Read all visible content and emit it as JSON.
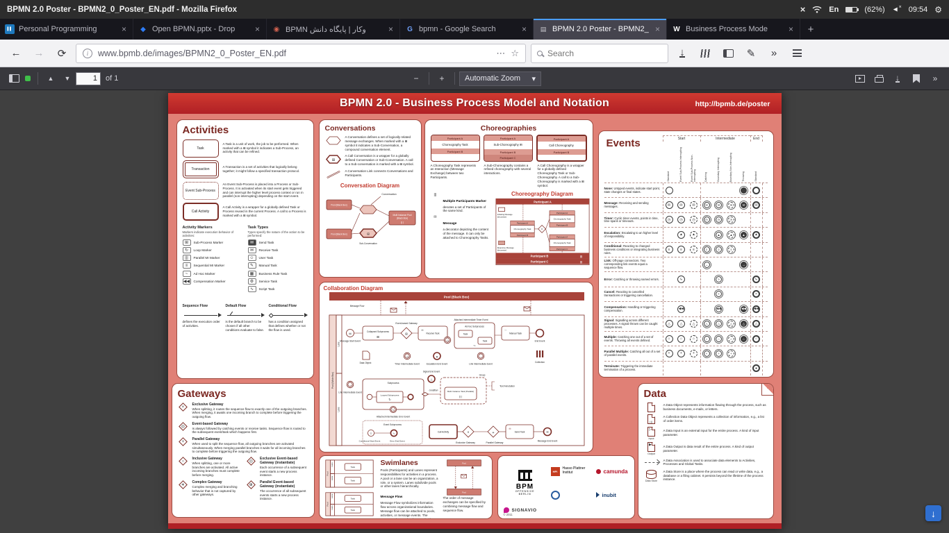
{
  "icons": {
    "back": "←",
    "forward": "→",
    "reload": "⟳",
    "more": "⋯",
    "star": "☆",
    "edit": "✎",
    "overflow": "»",
    "up": "▲",
    "down": "▼",
    "minus": "−",
    "plus": "+",
    "caret": "▾",
    "close_x": "×",
    "info": "i",
    "arrow_down": "↓",
    "gear": "⚙",
    "mute_x": "×",
    "speaker": "◄",
    "x_indicator": "×"
  },
  "system_bar": {
    "title": "BPMN 2.0 Poster - BPMN2_0_Poster_EN.pdf - Mozilla Firefox",
    "keyboard": "En",
    "battery": "(62%)",
    "time": "09:54"
  },
  "tab_bar": {
    "close": "×",
    "new_tab": "+",
    "tabs": [
      {
        "label": "Personal Programming",
        "favicon": "trello-icon",
        "fav_glyph": "▌▌",
        "fav_color": "#ffffff",
        "fav_bg": "#1e79be",
        "fav_fs": 5
      },
      {
        "label": "Open BPMN.pptx - Drop",
        "favicon": "dropbox-icon",
        "fav_glyph": "◆",
        "fav_color": "#2e7cf6",
        "fav_fs": 10
      },
      {
        "label": "BPMN وکار | پایگاه دانش",
        "favicon": "site-icon",
        "fav_glyph": "◉",
        "fav_color": "#d0614f",
        "fav_fs": 10
      },
      {
        "label": "bpmn - Google Search",
        "favicon": "google-icon",
        "fav_glyph": "G",
        "fav_color": "#6f9ff8",
        "fav_fs": 10
      },
      {
        "label": "BPMN 2.0 Poster - BPMN2_",
        "favicon": "pdf-icon",
        "fav_glyph": "▤",
        "fav_color": "#c6c6cc",
        "fav_fs": 9,
        "active": true
      },
      {
        "label": "Business Process Mode",
        "favicon": "wikipedia-icon",
        "fav_glyph": "W",
        "fav_color": "#ffffff",
        "fav_fs": 10
      }
    ]
  },
  "nav_bar": {
    "url": "www.bpmb.de/images/BPMN2_0_Poster_EN.pdf",
    "search_placeholder": "Search"
  },
  "pdf_toolbar": {
    "page_value": "1",
    "page_count": "of 1",
    "zoom_label": "Automatic Zoom"
  },
  "poster": {
    "header": {
      "title": "BPMN 2.0 - Business Process Model and Notation",
      "url": "http://bpmb.de/poster"
    },
    "activities": {
      "title": "Activities",
      "shapes": [
        {
          "label": "Task",
          "desc": "A Task is a unit of work, the job to be performed. When marked with a ⊞ symbol it indicates a Sub-Process, an activity that can be refined."
        },
        {
          "label": "Transaction",
          "desc": "A Transaction is a set of activities that logically belong together; it might follow a specified transaction protocol."
        },
        {
          "label": "Event Sub-Process",
          "desc": "An Event Sub-Process is placed into a Process or Sub-Process. It is activated when its start event gets triggered and can interrupt the higher level process context or run in parallel (non-interrupting) depending on the start event."
        },
        {
          "label": "Call Activity",
          "desc": "A Call Activity is a wrapper for a globally defined Task or Process reused in the current Process. A call to a Process is marked with a ⊞ symbol."
        }
      ],
      "markers_title": "Activity Markers",
      "markers_sub": "Markers indicate execution behavior of activities:",
      "markers": [
        {
          "label": "Sub-Process Marker",
          "glyph": "⊞"
        },
        {
          "label": "Loop Marker",
          "glyph": "↻"
        },
        {
          "label": "Parallel MI Marker",
          "glyph": "|||"
        },
        {
          "label": "Sequential MI Marker",
          "glyph": "≡"
        },
        {
          "label": "Ad Hoc Marker",
          "glyph": "~"
        },
        {
          "label": "Compensation Marker",
          "glyph": "◀◀"
        }
      ],
      "types_title": "Task Types",
      "types_sub": "Types specify the nature of the action to be performed:",
      "types": [
        {
          "label": "Send Task",
          "glyph": "✉",
          "inv": true
        },
        {
          "label": "Receive Task",
          "glyph": "✉"
        },
        {
          "label": "User Task",
          "glyph": "☺"
        },
        {
          "label": "Manual Task",
          "glyph": "✎"
        },
        {
          "label": "Business Rule Task",
          "glyph": "▦"
        },
        {
          "label": "Service Task",
          "glyph": "⚙"
        },
        {
          "label": "Script Task",
          "glyph": "∿"
        }
      ],
      "flows": [
        {
          "name": "Sequence Flow",
          "desc": "defines the execution order of activities."
        },
        {
          "name": "Default Flow",
          "desc": "is the default branch to be chosen if all other conditions evaluate to false."
        },
        {
          "name": "Conditional Flow",
          "desc": "has a condition assigned that defines whether or not the flow is used."
        }
      ]
    },
    "conversations": {
      "title": "Conversations",
      "items": [
        {
          "desc": "A Conversation defines a set of logically related message exchanges. When marked with a ⊞ symbol it indicates a Sub-Conversation, a compound conversation element."
        },
        {
          "desc": "A Call Conversation is a wrapper for a globally defined Conversation or Sub-Conversation. A call to a Sub-conversation is marked with a ⊞ symbol."
        },
        {
          "desc": "A Conversation Link connects Conversations and Participants."
        }
      ],
      "diagram_title": "Conversation Diagram",
      "dg": {
        "conversation": "Conversation",
        "pool": "Pool (Black Box)",
        "mi1": "Multi Instance Pool",
        "mi2": "(Black Box)",
        "sub": "Sub-Conversation"
      }
    },
    "choreographies": {
      "title": "Choreographies",
      "shapes": [
        {
          "top": "Participant A",
          "mid": "Choreography Task",
          "bottom": "Participant B"
        },
        {
          "top": "Participant A",
          "mid": "Sub-Choreography ⊞",
          "bottom": "Participant B",
          "bottom2": "Participant C"
        },
        {
          "top": "Participant A",
          "mid": "Call Choreography",
          "bottom": "Participant B"
        }
      ],
      "descs": [
        "A Choreography Task represents an Interaction (Message Exchange) between two Participants.",
        "A Sub-Choreography contains a refined choreography with several interactions.",
        "A Call Choreography is a wrapper for a globally defined Choreography Task or Sub-Choreography. A call to a Sub-Choreography is marked with a ⊞ symbol."
      ],
      "marker_title": "Multiple Participants Marker",
      "marker_desc": "denotes a set of Participants of the same kind.",
      "marker_glyph": "|||",
      "message_title": "Message",
      "message_desc": "a decorator depicting the content of the message. It can only be attached to Choreography Tasks.",
      "message_glyph": "✉",
      "diagram_title": "Choreography Diagram",
      "dg": {
        "pa": "Participant A",
        "pb": "Participant B",
        "pc": "Participant C",
        "task": "Choreography Task",
        "init1": "Initiating Message",
        "init2": "(decorator)",
        "resp1": "Response Message",
        "resp2": "(decorator)",
        "mi": "|||"
      }
    },
    "events": {
      "title": "Events",
      "groups": [
        "Start",
        "Intermediate",
        "End"
      ],
      "columns": [
        "Standard",
        "Event Sub-Process Interrupting",
        "Event Sub-Process Non-Interrupting",
        "Catching",
        "Boundary Interrupting",
        "Boundary Non-Interrupting",
        "Throwing",
        "Standard"
      ],
      "rows": [
        {
          "name": "None:",
          "desc": "Untyped events, indicate start point, state changes or final states.",
          "icon": "",
          "cells": [
            "s",
            "",
            "",
            "",
            "",
            "",
            "t",
            "e"
          ]
        },
        {
          "name": "Message:",
          "desc": "Receiving and sending messages.",
          "icon": "✉",
          "cells": [
            "s",
            "i",
            "n",
            "c",
            "b",
            "d",
            "t",
            "e"
          ]
        },
        {
          "name": "Timer:",
          "desc": "Cyclic timer events, points in time, time spans or timeouts.",
          "icon": "◷",
          "cells": [
            "s",
            "i",
            "n",
            "c",
            "b",
            "d",
            "",
            ""
          ]
        },
        {
          "name": "Escalation:",
          "desc": "Escalating to an higher level of responsibility.",
          "icon": "▲",
          "cells": [
            "",
            "i",
            "n",
            "",
            "b",
            "d",
            "t",
            "e"
          ]
        },
        {
          "name": "Conditional:",
          "desc": "Reacting to changed business conditions or integrating business rules.",
          "icon": "≡",
          "cells": [
            "s",
            "i",
            "n",
            "c",
            "b",
            "d",
            "",
            ""
          ]
        },
        {
          "name": "Link:",
          "desc": "Off-page connectors. Two corresponding link events equal a sequence flow.",
          "icon": "→",
          "cells": [
            "",
            "",
            "",
            "c",
            "",
            "",
            "t",
            ""
          ]
        },
        {
          "name": "Error:",
          "desc": "Catching or throwing named errors.",
          "icon": "ϟ",
          "cells": [
            "",
            "i",
            "",
            "",
            "b",
            "",
            "",
            "e"
          ]
        },
        {
          "name": "Cancel:",
          "desc": "Reacting to cancelled transactions or triggering cancellation.",
          "icon": "×",
          "cells": [
            "",
            "",
            "",
            "",
            "b",
            "",
            "",
            "e"
          ]
        },
        {
          "name": "Compensation:",
          "desc": "Handling or triggering compensation.",
          "icon": "◀◀",
          "cells": [
            "",
            "i",
            "",
            "",
            "b",
            "",
            "t",
            "e"
          ]
        },
        {
          "name": "Signal:",
          "desc": "Signalling across different processes. A signal thrown can be caught multiple times.",
          "icon": "△",
          "cells": [
            "s",
            "i",
            "n",
            "c",
            "b",
            "d",
            "t",
            "e"
          ]
        },
        {
          "name": "Multiple:",
          "desc": "Catching one out of a set of events. Throwing all events defined.",
          "icon": "⌂",
          "cells": [
            "s",
            "i",
            "n",
            "c",
            "b",
            "d",
            "t",
            "e"
          ]
        },
        {
          "name": "Parallel Multiple:",
          "desc": "Catching all out of a set of parallel events.",
          "icon": "+",
          "cells": [
            "s",
            "i",
            "n",
            "c",
            "b",
            "d",
            "",
            ""
          ]
        },
        {
          "name": "Terminate:",
          "desc": "Triggering the immediate termination of a process.",
          "icon": "●",
          "cells": [
            "",
            "",
            "",
            "",
            "",
            "",
            "",
            "e"
          ]
        }
      ]
    },
    "collaboration": {
      "title": "Collaboration Diagram",
      "labels": {
        "pool_black": "Pool (Black Box)",
        "message_flow": "Message Flow",
        "pool_white": "Pool (White Box)",
        "lane": "Lane",
        "message_start": "Message Start Event",
        "collapsed_sub": "Collapsed Subprocess",
        "event_gateway": "Event-based Gateway",
        "receive_task": "Receive Task",
        "adhoc_sub": "Ad-hoc Subprocess",
        "task": "Task",
        "manual_task": "Manual Task",
        "attached_timer": "Attached Intermediate Timer Event",
        "end_event": "End Event",
        "data_object": "Data Object",
        "timer_int": "Timer Intermediate Event",
        "escalation_end": "Escalation End Event",
        "link_int": "Link Intermediate Event",
        "collection": "Collection",
        "subprocess": "Subprocess",
        "looped_sub": "Looped Subprocess",
        "attached_error": "Attached Intermediate Error Event",
        "signal_end": "Signal End Event",
        "condition": "condition",
        "group": "Group",
        "text_annotation": "Text Annotation",
        "multi_instance": "Multi Instance Task (Parallel)",
        "event_subprocess": "Event Subprocess",
        "conditional_start": "Conditional Start Event",
        "error_end": "Error End Event",
        "call_activity": "Call Activity",
        "exclusive_gw": "Exclusive Gateway",
        "parallel_gw": "Parallel Gateway",
        "send_task": "Send Task",
        "message_end": "Message End Event"
      }
    },
    "gateways": {
      "title": "Gateways",
      "items": [
        {
          "name": "Exclusive Gateway",
          "glyph": "×",
          "desc": "When splitting, it routes the sequence flow to exactly one of the outgoing branches. When merging, it awaits one incoming branch to complete before triggering the outgoing flow."
        },
        {
          "name": "Event-based Gateway",
          "glyph": "◎",
          "desc": "Is always followed by catching events or receive tasks. Sequence flow is routed to the subsequent event/task which happens first."
        },
        {
          "name": "Parallel Gateway",
          "glyph": "+",
          "desc": "When used to split the sequence flow, all outgoing branches are activated simultaneously. When merging parallel branches it waits for all incoming branches to complete before triggering the outgoing flow."
        },
        {
          "name": "Inclusive Gateway",
          "glyph": "○",
          "desc": "When splitting, one or more branches are activated. All active incoming branches must complete before merging."
        },
        {
          "name": "Complex Gateway",
          "glyph": "∗",
          "desc": "Complex merging and branching behavior that is not captured by other gateways."
        },
        {
          "name": "Exclusive Event-based Gateway (instantiate)",
          "glyph": "◎",
          "desc": "Each occurrence of a subsequent event starts a new process instance."
        },
        {
          "name": "Parallel Event-based Gateway (instantiate)",
          "glyph": "⊕",
          "desc": "The occurrence of all subsequent events starts a new process instance."
        }
      ]
    },
    "swimlanes": {
      "title": "Swimlanes",
      "pool": "Pool",
      "lane": "Lane",
      "task": "Task",
      "pools_desc": "Pools (Participants) and Lanes represent responsibilities for activities in a process. A pool or a lane can be an organization, a role, or a system. Lanes subdivide pools or other lanes hierarchically.",
      "mf_title": "Message Flow",
      "mf_desc": "Message Flow symbolizes information flow across organizational boundaries. Message flow can be attached to pools, activities, or message events. The Message Flow can be decorated with an envelope depicting the content of the message.",
      "order_desc": "The order of message exchanges can be specified by combining message flow and sequence flow."
    },
    "data_panel": {
      "title": "Data",
      "input_label": "Input",
      "output_label": "Output",
      "store_label": "Data Store",
      "items": [
        {
          "desc": "A Data Object represents information flowing through the process, such as business documents, e-mails, or letters."
        },
        {
          "desc": "A Collection Data Object represents a collection of information, e.g., a list of order items."
        },
        {
          "desc": "A Data Input is an external input for the entire process. A kind of input parameter."
        },
        {
          "desc": "A Data Output is data result of the entire process. A kind of output parameter."
        },
        {
          "desc": "A Data Association is used to associate data elements to Activities, Processes and Global Tasks."
        },
        {
          "desc": "A Data Store is a place where the process can read or write data, e.g., a database or a filing cabinet. It persists beyond the lifetime of the process instance."
        }
      ]
    },
    "logos": {
      "bpm1": "BPM",
      "bpm2": "OFFENSIVE",
      "bpm3": "BERLIN",
      "hpi": "HPI",
      "hpi_name": "Hasso Plattner Institut",
      "camunda": "camunda",
      "inubit": "inubit",
      "signavio": "SIGNAVIO",
      "copyright": "© 2011"
    }
  }
}
